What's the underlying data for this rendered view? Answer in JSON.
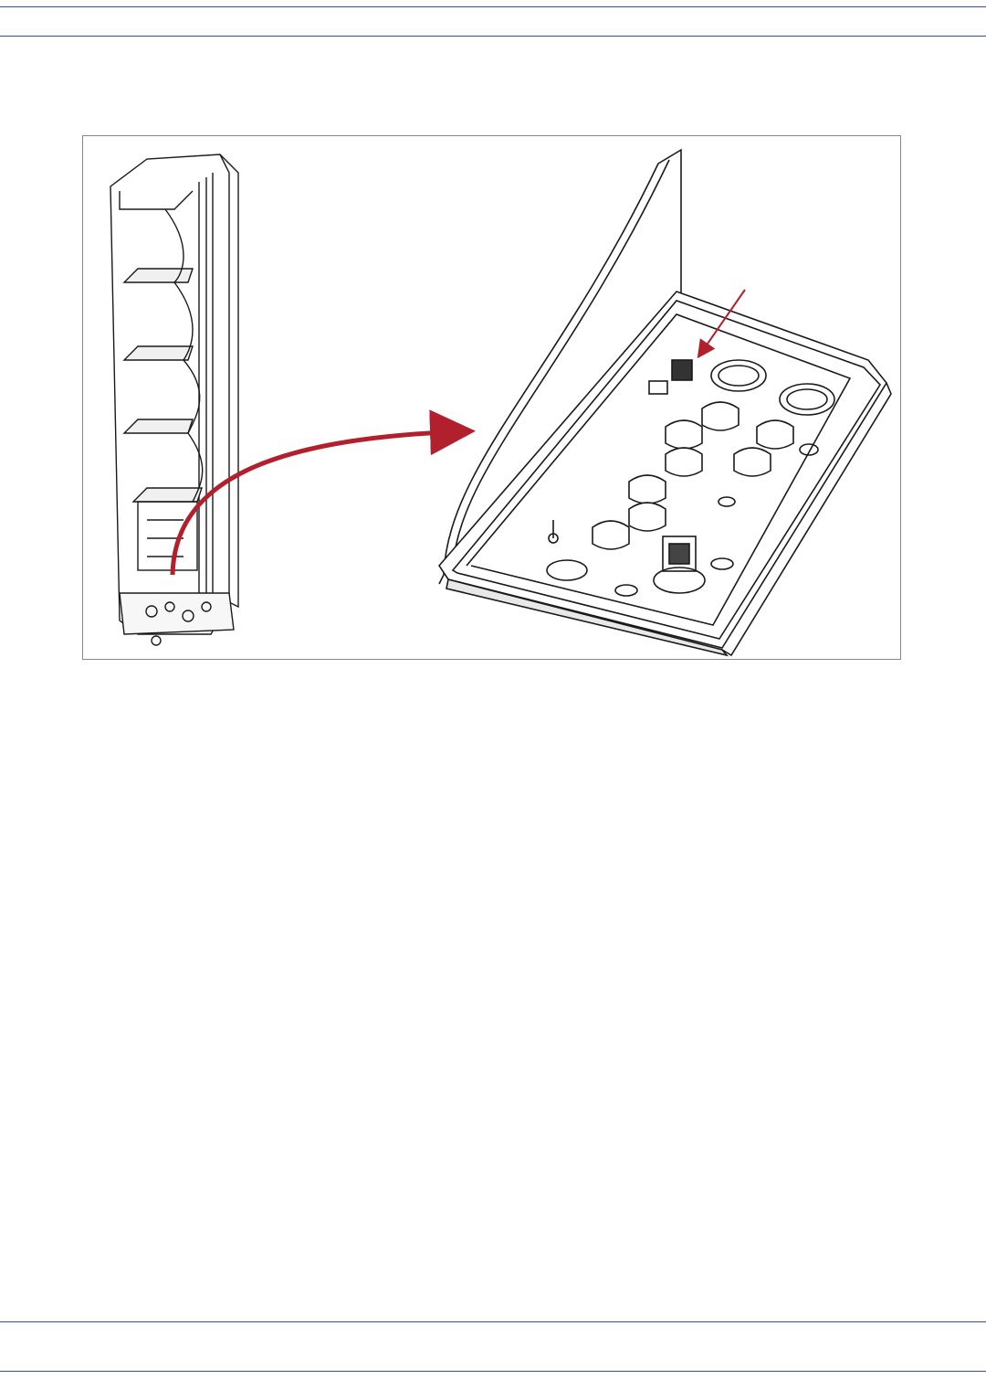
{
  "page": {
    "rule_color": "#2f5597",
    "figure_border_color": "#888888"
  },
  "figure": {
    "accent_color": "#b21f2d",
    "line_color": "#1a1a1a",
    "icons": [
      "device-tower-drawing",
      "enclosure-base-drawing",
      "callout-arrow",
      "pointer-arrow"
    ]
  }
}
